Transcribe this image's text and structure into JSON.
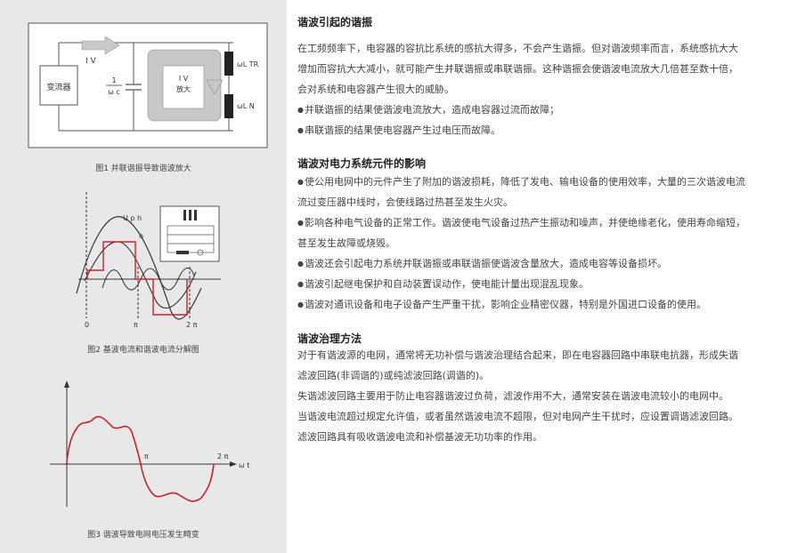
{
  "figures": {
    "fig1": {
      "caption": "图1 并联谐振导致谐波放大",
      "converter_label": "变流器",
      "iv_label": "I V",
      "cap_label_num": "1",
      "cap_label_den": "ω c",
      "inner_iv": "I V",
      "inner_amp": "放大",
      "wltr": "ωL TR",
      "wln": "ωL N"
    },
    "fig2": {
      "caption": "图2 基波电流和谐波电流分解图",
      "uph": "U p h",
      "h": "h",
      "zero": "0",
      "pi": "π",
      "two_pi": "2 π"
    },
    "fig3": {
      "caption": "图3 谐波导致电网电压发生畸变",
      "pi": "π",
      "two_pi": "2 π",
      "wt": "ω t"
    }
  },
  "sections": [
    {
      "title": "谐波引起的谐振",
      "paras": [
        "在工频频率下，电容器的容抗比系统的感抗大得多，不会产生谐振。但对谐波频率而言，系统感抗大大",
        "增加而容抗大大减小，就可能产生并联谐振或串联谐振。这种谐振会使谐波电流放大几倍甚至数十倍，",
        "会对系统和电容器产生很大的威胁。",
        "并联谐振的结果使谐波电流放大，造成电容器过流而故障；",
        "串联谐振的结果使电容器产生过电压而故障。"
      ]
    },
    {
      "title": "谐波对电力系统元件的影响",
      "paras": [
        "使公用电网中的元件产生了附加的谐波损耗，降低了发电、输电设备的使用效率，大量的三次谐波电流",
        "流过变压器中线时，会使线路过热甚至发生火灾。",
        "影响各种电气设备的正常工作。谐波使电气设备过热产生振动和噪声，并使绝缘老化，使用寿命缩短，",
        "甚至发生故障或烧毁。",
        "谐波还会引起电力系统并联谐振或串联谐振使谐波含量放大，造成电容等设备损坏。",
        "谐波引起继电保护和自动装置误动作，使电能计量出现混乱现象。",
        "谐波对通讯设备和电子设备产生严重干扰，影响企业精密仪器，特别是外国进口设备的使用。"
      ]
    },
    {
      "title": "谐波治理方法",
      "paras": [
        "对于有谐波源的电网，通常将无功补偿与谐波治理结合起来，即在电容器回路中串联电抗器，形成失谐",
        "滤波回路(非调谐的)或纯滤波回路(调谐的)。",
        "失谐滤波回路主要用于防止电容器谐波过负荷，滤波作用不大，通常安装在谐波电流较小的电网中。",
        "当谐波电流超过规定允许值，或者虽然谐波电流不超限，但对电网产生干扰时，应设置调谐滤波回路。",
        "滤波回路具有吸收谐波电流和补偿基波无功功率的作用。"
      ]
    }
  ]
}
